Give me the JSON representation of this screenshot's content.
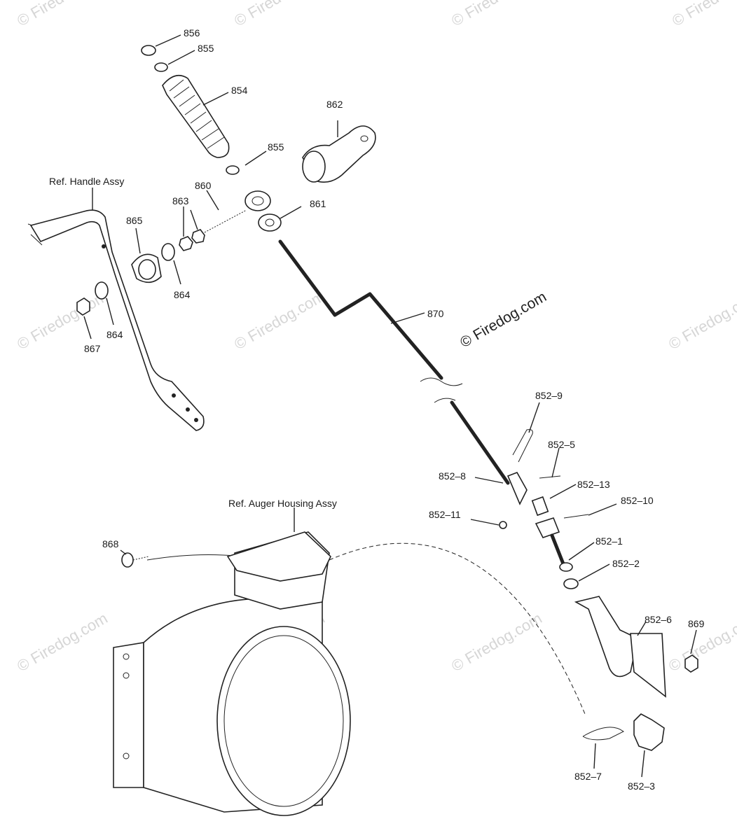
{
  "watermark": {
    "brand": "© Firedog.com"
  },
  "callouts": {
    "p856": "856",
    "p855a": "855",
    "p854": "854",
    "p862": "862",
    "p855b": "855",
    "p860": "860",
    "p863": "863",
    "p861": "861",
    "p865": "865",
    "p864a": "864",
    "p864b": "864",
    "p867": "867",
    "p870": "870",
    "p852_9": "852–9",
    "p852_5": "852–5",
    "p852_8": "852–8",
    "p852_13": "852–13",
    "p852_10": "852–10",
    "p852_11": "852–11",
    "p852_1": "852–1",
    "p852_2": "852–2",
    "p852_6": "852–6",
    "p869": "869",
    "p852_7": "852–7",
    "p852_3": "852–3",
    "p868": "868"
  },
  "references": {
    "handle": "Ref. Handle Assy",
    "auger": "Ref. Auger Housing Assy"
  }
}
